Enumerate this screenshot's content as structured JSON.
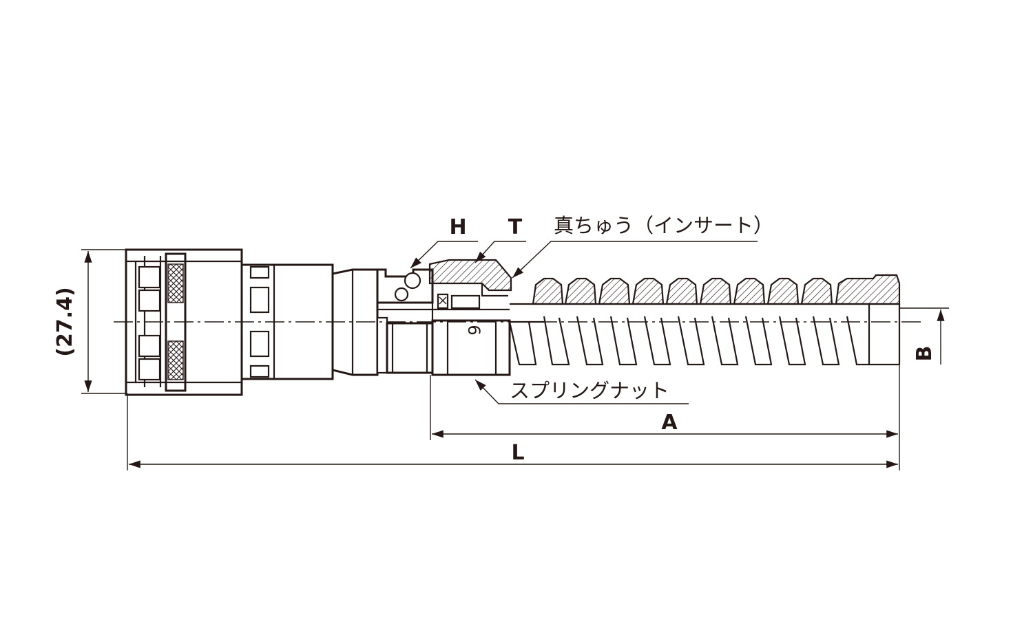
{
  "labels": {
    "H": "H",
    "T": "T",
    "insert": "真ちゅう（インサート）",
    "spring_nut": "スプリングナット",
    "A": "A",
    "L": "L",
    "B": "B",
    "diameter": "(27.4)",
    "size_mark": "6"
  },
  "colors": {
    "line": "#231815",
    "background": "#ffffff"
  }
}
